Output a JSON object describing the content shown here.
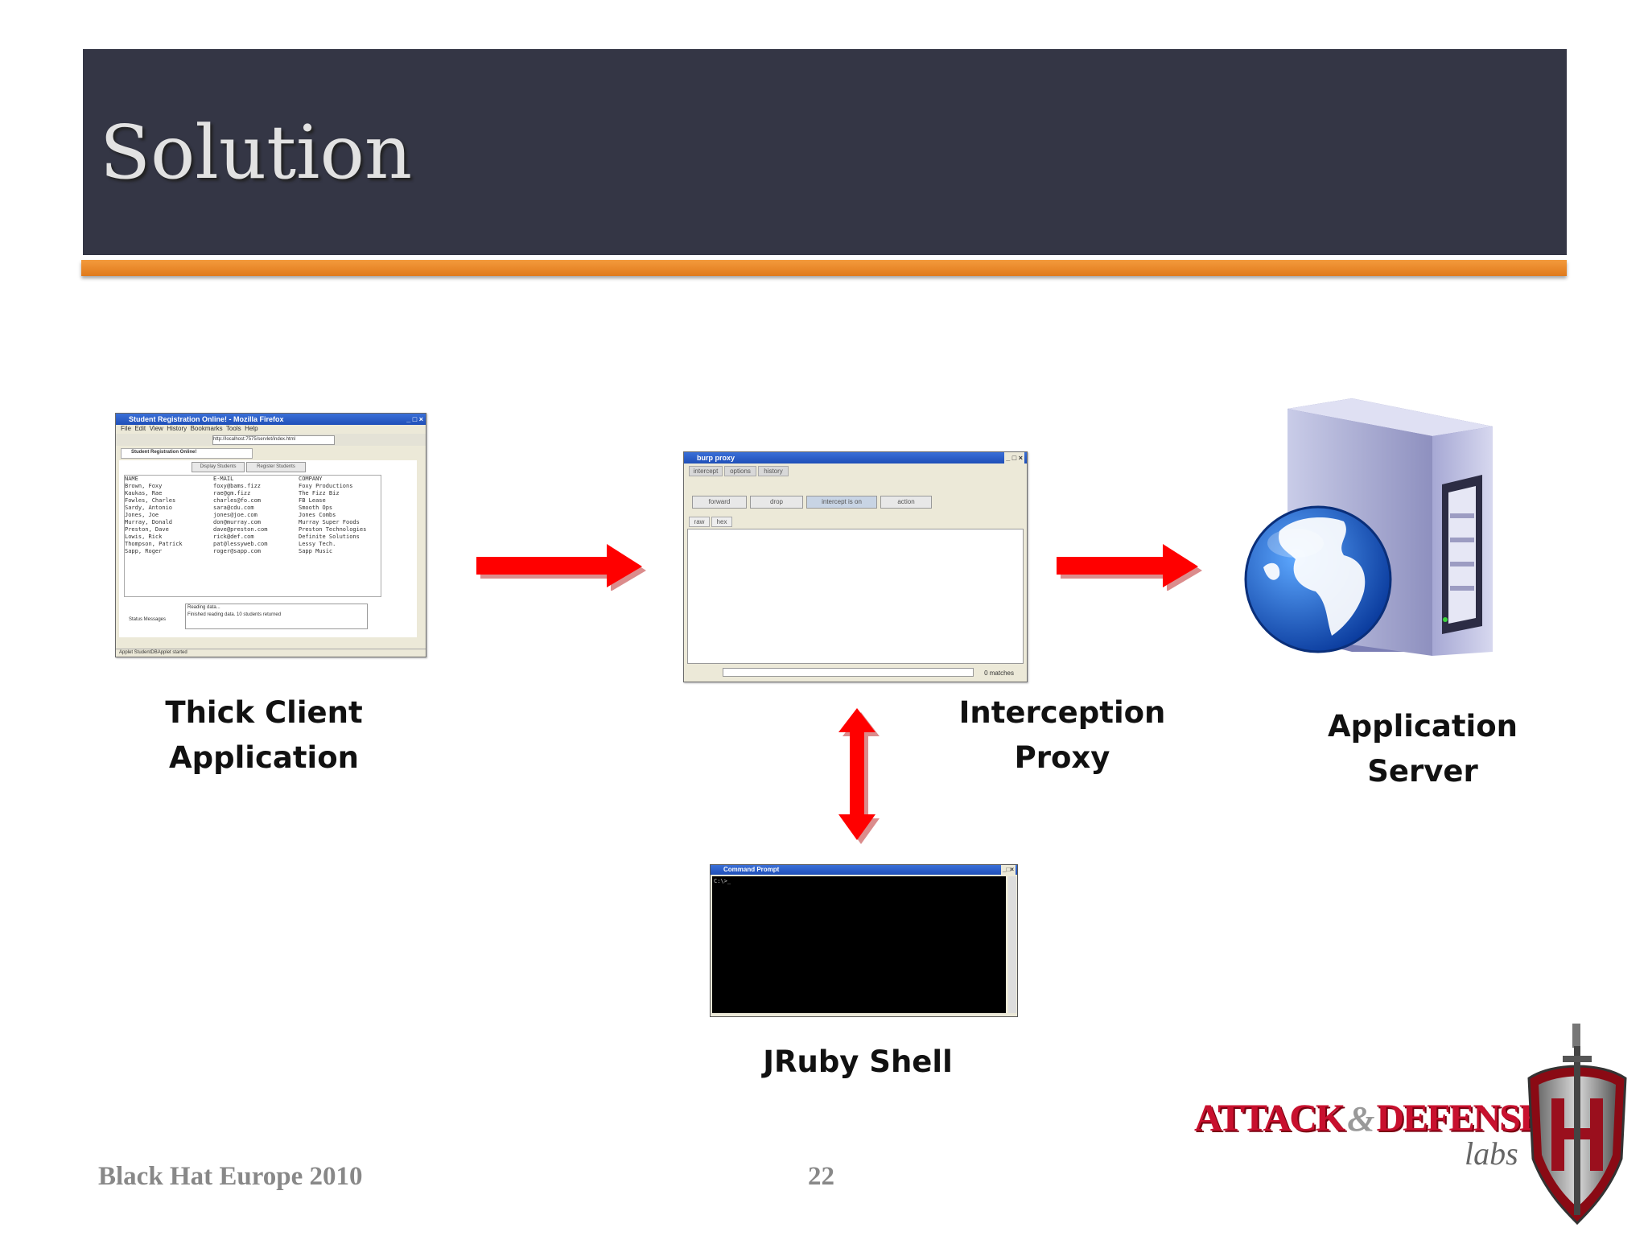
{
  "slide": {
    "title": "Solution",
    "footer_left": "Black Hat Europe 2010",
    "page_number": "22"
  },
  "diagram": {
    "nodes": {
      "thick_client": {
        "line1": "Thick Client",
        "line2": "Application"
      },
      "proxy": {
        "line1": "Interception",
        "line2": "Proxy"
      },
      "server": {
        "line1": "Application",
        "line2": "Server"
      },
      "shell": {
        "line1": "JRuby Shell"
      }
    },
    "arrow_color": "#ff0000"
  },
  "thick_client_window": {
    "title": "Student Registration Online! - Mozilla Firefox",
    "menu": [
      "File",
      "Edit",
      "View",
      "History",
      "Bookmarks",
      "Tools",
      "Help"
    ],
    "url": "http://localhost:7575/servlet/index.html",
    "tab": "Student Registration Online!",
    "buttons": [
      "Display Students",
      "Register Students"
    ],
    "columns": [
      "NAME",
      "E-MAIL",
      "COMPANY"
    ],
    "rows": [
      [
        "Brown, Foxy",
        "foxy@bams.fizz",
        "Foxy Productions"
      ],
      [
        "Kaukas, Rae",
        "rae@gm.fizz",
        "The Fizz Biz"
      ],
      [
        "Fowles, Charles",
        "charles@fo.com",
        "FB Lease"
      ],
      [
        "Sardy, Antonio",
        "sara@cdu.com",
        "Smooth Ops"
      ],
      [
        "Jones, Joe",
        "jones@joe.com",
        "Jones Combs"
      ],
      [
        "Murray, Donald",
        "don@murray.com",
        "Murray Super Foods"
      ],
      [
        "Preston, Dave",
        "dave@preston.com",
        "Preston Technologies"
      ],
      [
        "Lowis, Rick",
        "rick@def.com",
        "Definite Solutions"
      ],
      [
        "Thompson, Patrick",
        "pat@lessyweb.com",
        "Lessy Tech."
      ],
      [
        "Sapp, Roger",
        "roger@sapp.com",
        "Sapp Music"
      ]
    ],
    "status_label": "Status Messages",
    "status_lines": [
      "Reading data...",
      "Finished reading data. 10 students returned"
    ],
    "statusbar": "Applet StudentDBApplet started"
  },
  "proxy_window": {
    "title": "burp proxy",
    "tabs": [
      "intercept",
      "options",
      "history"
    ],
    "buttons": [
      "forward",
      "drop",
      "intercept is on",
      "action"
    ],
    "view_tabs": [
      "raw",
      "hex"
    ],
    "matches": "0 matches"
  },
  "shell_window": {
    "title": "Command Prompt",
    "prompt": "C:\\>_"
  },
  "logo": {
    "text_attack": "ATTACK",
    "text_amp": "&",
    "text_defense": "DEFENSE",
    "text_labs": "labs"
  }
}
